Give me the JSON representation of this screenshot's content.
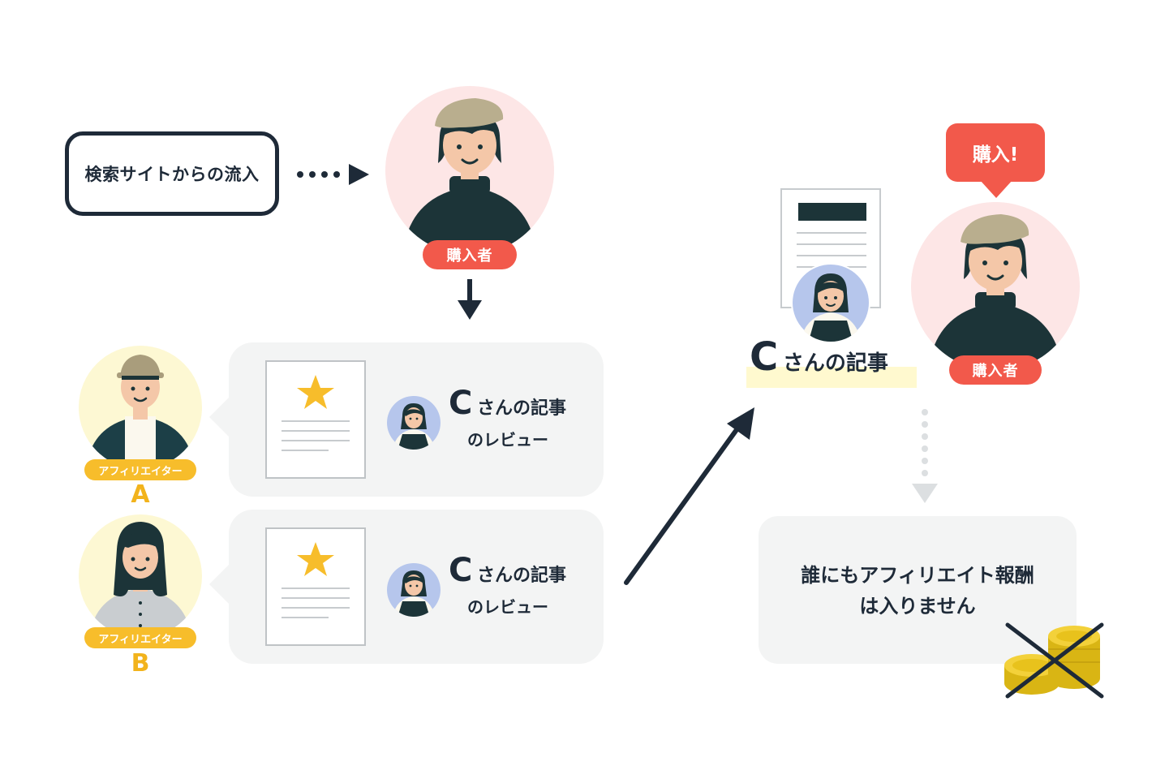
{
  "search_flow": {
    "label": "検索サイトからの流入"
  },
  "buyer": {
    "badge": "購入者"
  },
  "affiliates": [
    {
      "badge": "アフィリエイター",
      "letter": "A"
    },
    {
      "badge": "アフィリエイター",
      "letter": "B"
    }
  ],
  "reviews": [
    {
      "big": "C",
      "title": "さんの記事",
      "subtitle": "のレビュー"
    },
    {
      "big": "C",
      "title": "さんの記事",
      "subtitle": "のレビュー"
    }
  ],
  "article": {
    "big": "C",
    "title": "さんの記事"
  },
  "purchase": {
    "bubble": "購入!",
    "badge": "購入者"
  },
  "reward": {
    "line1": "誰にもアフィリエイト報酬",
    "line2": "は入りません"
  },
  "colors": {
    "navy": "#1e2a38",
    "red": "#f2594b",
    "pink_bg": "#fde6e6",
    "yellow": "#f7bd2b",
    "yellow_bg": "#fdf8d3",
    "panel_gray": "#f3f4f4",
    "gold": "#e8c21c"
  }
}
